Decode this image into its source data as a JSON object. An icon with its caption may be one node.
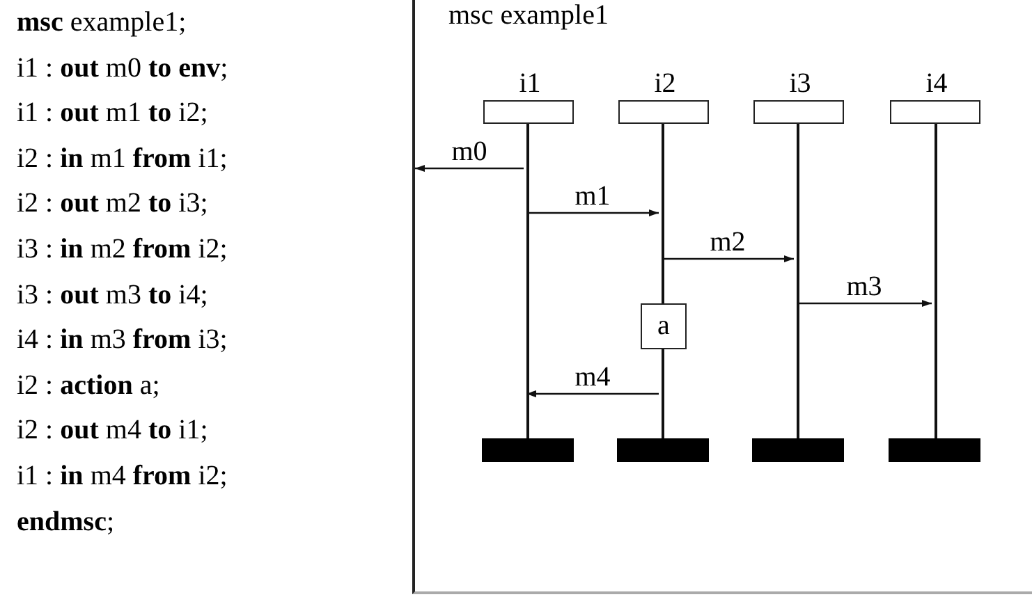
{
  "diagram": {
    "nodes": [
      {
        "text": [
          "msc example1"
        ]
      },
      {
        "text": [
          "i1"
        ],
        "in": 0
      },
      {
        "text": [
          "i2"
        ],
        "in": 0
      },
      {
        "text": [
          "i3"
        ],
        "in": 0
      },
      {
        "text": [
          "i4"
        ],
        "in": 0
      },
      {
        "text": [],
        "shape": "line",
        "in": 0
      },
      {
        "text": [],
        "shape": "line",
        "in": 0
      },
      {
        "text": [],
        "shape": "line",
        "in": 0
      },
      {
        "text": [],
        "shape": "line",
        "in": 0
      },
      {
        "text": [
          "a"
        ],
        "in": 0
      },
      {
        "text": [],
        "shape": "line",
        "in": 0
      },
      {
        "text": [],
        "shape": "bar",
        "in": 0
      },
      {
        "text": [],
        "shape": "bar",
        "in": 0
      },
      {
        "text": [],
        "shape": "bar",
        "in": 0
      },
      {
        "text": [],
        "shape": "bar",
        "in": 0
      }
    ],
    "edges": [
      {
        "from": 5,
        "to": 0,
        "arrow": "to",
        "label": "m0"
      },
      {
        "from": 5,
        "to": 6,
        "arrow": "to",
        "label": "m1"
      },
      {
        "from": 6,
        "to": 7,
        "arrow": "to",
        "label": "m2"
      },
      {
        "from": 7,
        "to": 8,
        "arrow": "to",
        "label": "m3"
      },
      {
        "from": 10,
        "to": 5,
        "arrow": "to",
        "label": "m4"
      }
    ],
    "labels": [
      "**msc** example1;",
      "i1 : **out** m0 **to env**;",
      "i1 : **out** m1 **to** i2;",
      "i2 : **in** m1 **from** i1;",
      "i2 : **out** m2 **to** i3;",
      "i3 : **in** m2 **from** i2;",
      "i3 : **out** m3 **to** i4;",
      "i4 : **in** m3 **from** i3;",
      "i2 : **action** a;",
      "i2 : **out** m4 **to** i1;",
      "i1 : **in** m4 **from** i2;",
      "**endmsc**;"
    ]
  }
}
